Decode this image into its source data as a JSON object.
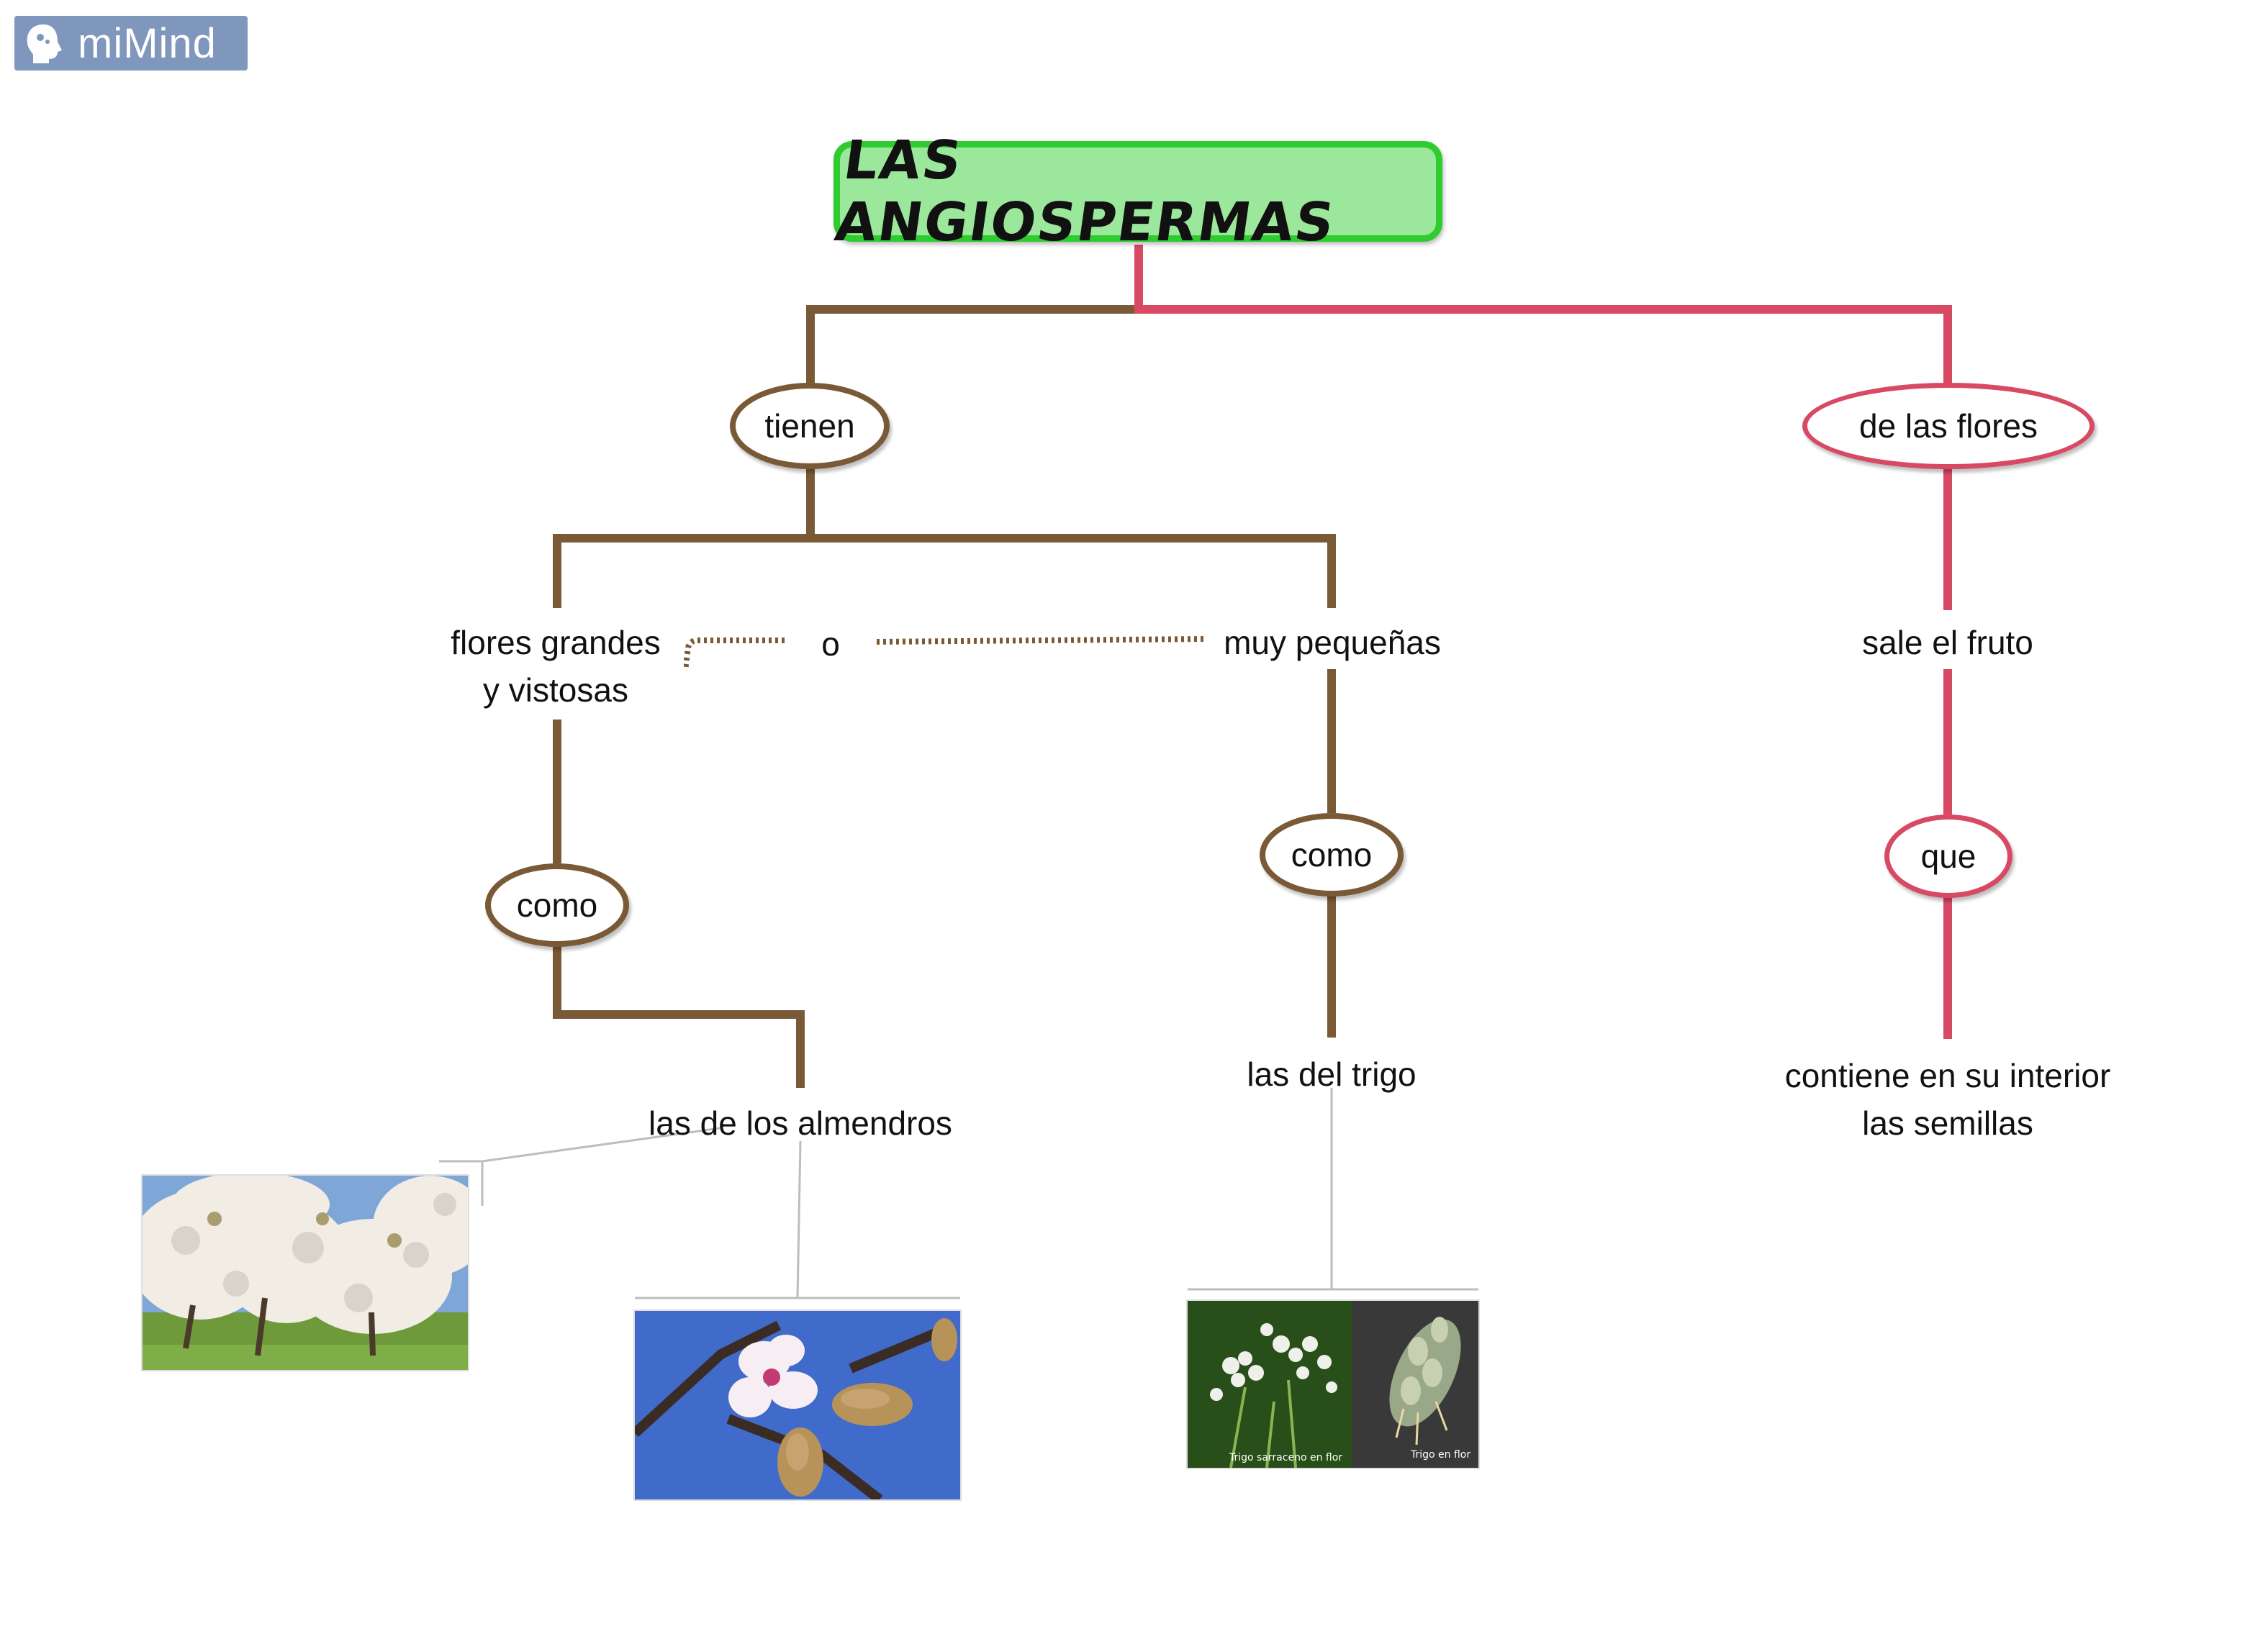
{
  "app": {
    "logo_text": "miMind"
  },
  "colors": {
    "brown": "#7a5a36",
    "red": "#d84a64",
    "root_fill": "#9be79b",
    "root_border": "#2ecc2e"
  },
  "root": {
    "title": "LAS ANGIOSPERMAS"
  },
  "nodes": {
    "tienen": "tienen",
    "de_las_flores": "de las flores",
    "flores_grandes_line1": "flores grandes",
    "flores_grandes_line2": "y vistosas",
    "o": "o",
    "muy_pequenas": "muy pequeñas",
    "sale_el_fruto": "sale el fruto",
    "como_left": "como",
    "como_mid": "como",
    "que": "que",
    "almendros": "las de los almendros",
    "trigo": "las del trigo",
    "semillas_line1": "contiene en su interior",
    "semillas_line2": "las semillas"
  },
  "images": {
    "trigo_caption_left": "Trigo sarraceno en flor",
    "trigo_caption_right": "Trigo en flor"
  }
}
